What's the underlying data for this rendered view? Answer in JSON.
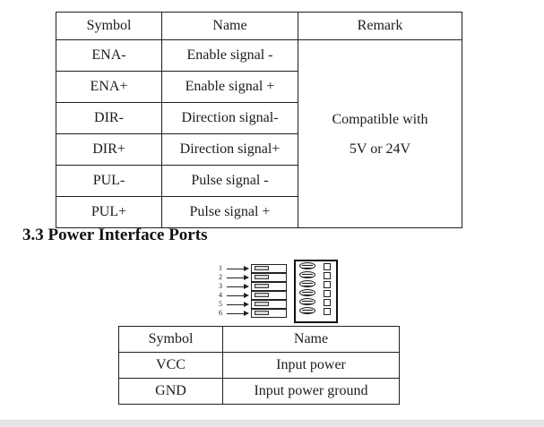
{
  "document": {
    "section_heading": "3.3 Power Interface Ports"
  },
  "signal_table": {
    "headers": {
      "symbol": "Symbol",
      "name": "Name",
      "remark": "Remark"
    },
    "rows": [
      {
        "symbol": "ENA-",
        "name": "Enable signal -"
      },
      {
        "symbol": "ENA+",
        "name": "Enable signal +"
      },
      {
        "symbol": "DIR-",
        "name": "Direction signal-"
      },
      {
        "symbol": "DIR+",
        "name": "Direction signal+"
      },
      {
        "symbol": "PUL-",
        "name": "Pulse signal -"
      },
      {
        "symbol": "PUL+",
        "name": "Pulse signal +"
      }
    ],
    "remark_lines": [
      "Compatible with",
      "5V or 24V"
    ]
  },
  "connector_diagram": {
    "pin_numbers": [
      "1",
      "2",
      "3",
      "4",
      "5",
      "6"
    ]
  },
  "power_table": {
    "headers": {
      "symbol": "Symbol",
      "name": "Name"
    },
    "rows": [
      {
        "symbol": "VCC",
        "name": "Input power"
      },
      {
        "symbol": "GND",
        "name": "Input power ground"
      }
    ]
  },
  "colors": {
    "footer_bar": "#e5e5e5",
    "table_border": "#1f1f1f",
    "text": "#1c1c1c"
  }
}
